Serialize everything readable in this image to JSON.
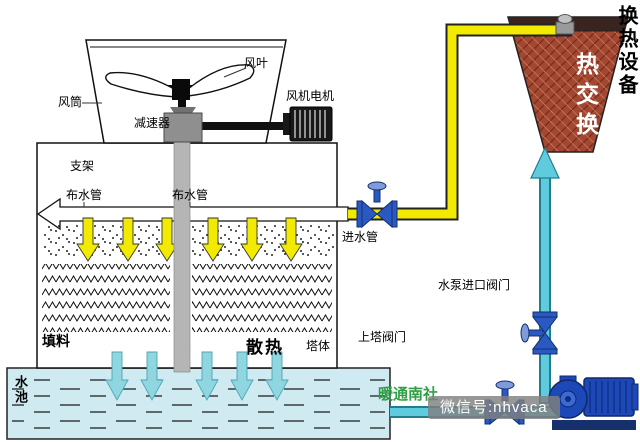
{
  "diagram": {
    "labels": {
      "heat_exchange_equipment": "换热设备",
      "heat_exchange_unit": "热交换",
      "fan_blade": "风叶",
      "fan_duct": "风筒",
      "fan_motor": "风机电机",
      "gear_reducer": "减速器",
      "support_bracket": "支架",
      "water_distribution_pipe_left": "布水管",
      "water_distribution_pipe_right": "布水管",
      "water_inlet_pipe": "进水管",
      "pump_inlet_valve": "水泵进口阀门",
      "tower_supply_valve": "上塔阀门",
      "fill_material": "填料",
      "heat_dissipation": "散热",
      "tower_body": "塔体",
      "water_basin": "水池"
    },
    "watermarks": {
      "brand": "暖通南社",
      "wechat": "微信号:nhvaca"
    },
    "colors": {
      "hot_water_pipe": "#f2ea00",
      "cold_water_pipe": "#5fcbdc",
      "heat_exchanger_brick": "#a34730",
      "pump_blue": "#1d49b8",
      "valve_blue": "#2b59c3",
      "basin_water": "#cfeaf0",
      "watermark_green": "#2f9e44"
    }
  }
}
